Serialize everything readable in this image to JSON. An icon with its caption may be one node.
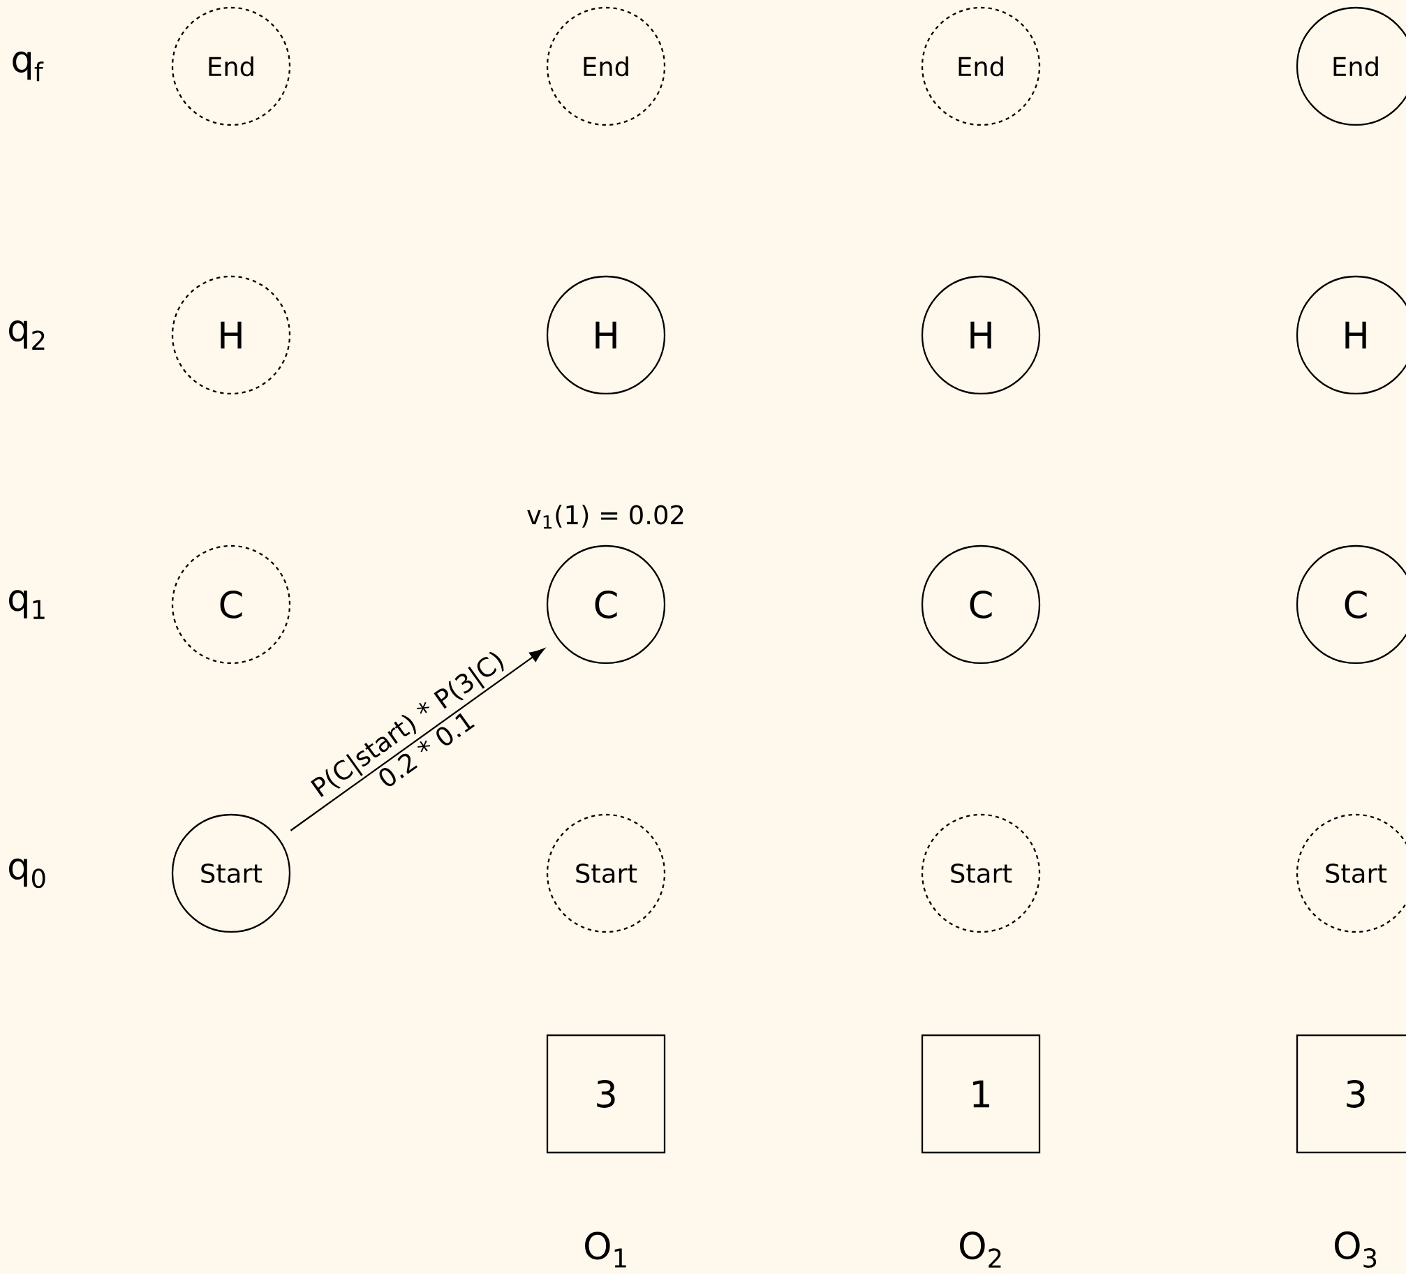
{
  "diagram": {
    "nodes": [
      {
        "text": [
          "End"
        ]
      },
      {
        "text": [
          "End"
        ]
      },
      {
        "text": [
          "End"
        ]
      },
      {
        "text": [
          "End"
        ]
      },
      {
        "text": [
          "H"
        ]
      },
      {
        "text": [
          "H"
        ]
      },
      {
        "text": [
          "H"
        ]
      },
      {
        "text": [
          "H"
        ]
      },
      {
        "text": [
          "C"
        ]
      },
      {
        "text": [
          "C"
        ],
        "beside": [
          "v$_{1}$(1) = 0.02"
        ]
      },
      {
        "text": [
          "C"
        ]
      },
      {
        "text": [
          "C"
        ]
      },
      {
        "text": [
          "Start"
        ]
      },
      {
        "text": [
          "Start"
        ]
      },
      {
        "text": [
          "Start"
        ]
      },
      {
        "text": [
          "Start"
        ]
      },
      {
        "text": [
          "3"
        ]
      },
      {
        "text": [
          "1"
        ]
      },
      {
        "text": [
          "3"
        ]
      }
    ],
    "edges": [
      {
        "from": 12,
        "to": 9,
        "arrow": "to",
        "label": "P(C|start) * P(3|C)"
      }
    ],
    "labels": [
      "q$_{f}$",
      "q$_{2}$",
      "q$_{1}$",
      "0.2 * 0.1",
      "q$_{0}$",
      "O$_{1}$",
      "O$_{2}$",
      "O$_{3}$"
    ]
  }
}
